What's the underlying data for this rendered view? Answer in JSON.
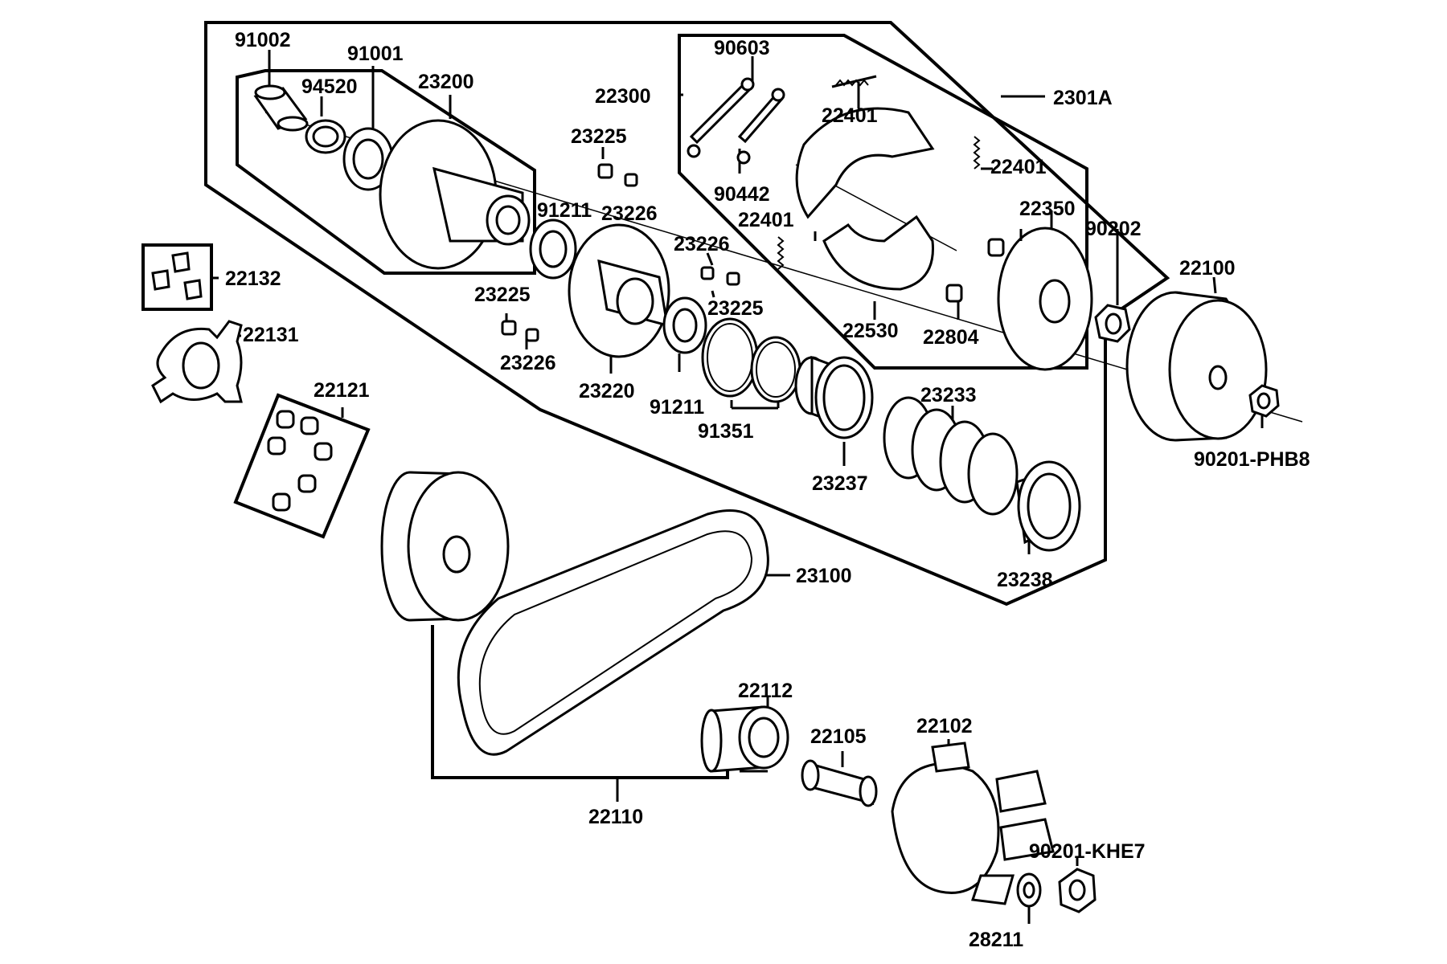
{
  "labels": {
    "p91002": "91002",
    "p91001": "91001",
    "p94520": "94520",
    "p23200": "23200",
    "p90603": "90603",
    "p22300": "22300",
    "p2301A": "2301A",
    "p22401a": "22401",
    "p22401b": "22401",
    "p22401c": "22401",
    "p23225a": "23225",
    "p23226a": "23226",
    "p91211a": "91211",
    "p90442": "90442",
    "p22350": "22350",
    "p90202": "90202",
    "p22100": "22100",
    "p22132": "22132",
    "p23226b": "23226",
    "p23225b": "23225",
    "p23225c": "23225",
    "p23226c": "23226",
    "p22530": "22530",
    "p22804": "22804",
    "p22131": "22131",
    "p23220": "23220",
    "p91211b": "91211",
    "p91351": "91351",
    "p22121": "22121",
    "p23233": "23233",
    "p23237": "23237",
    "p90201PHB8": "90201-PHB8",
    "p23100": "23100",
    "p23238": "23238",
    "p22112": "22112",
    "p22105": "22105",
    "p22102": "22102",
    "p22110": "22110",
    "p90201KHE7": "90201-KHE7",
    "p28211": "28211"
  }
}
